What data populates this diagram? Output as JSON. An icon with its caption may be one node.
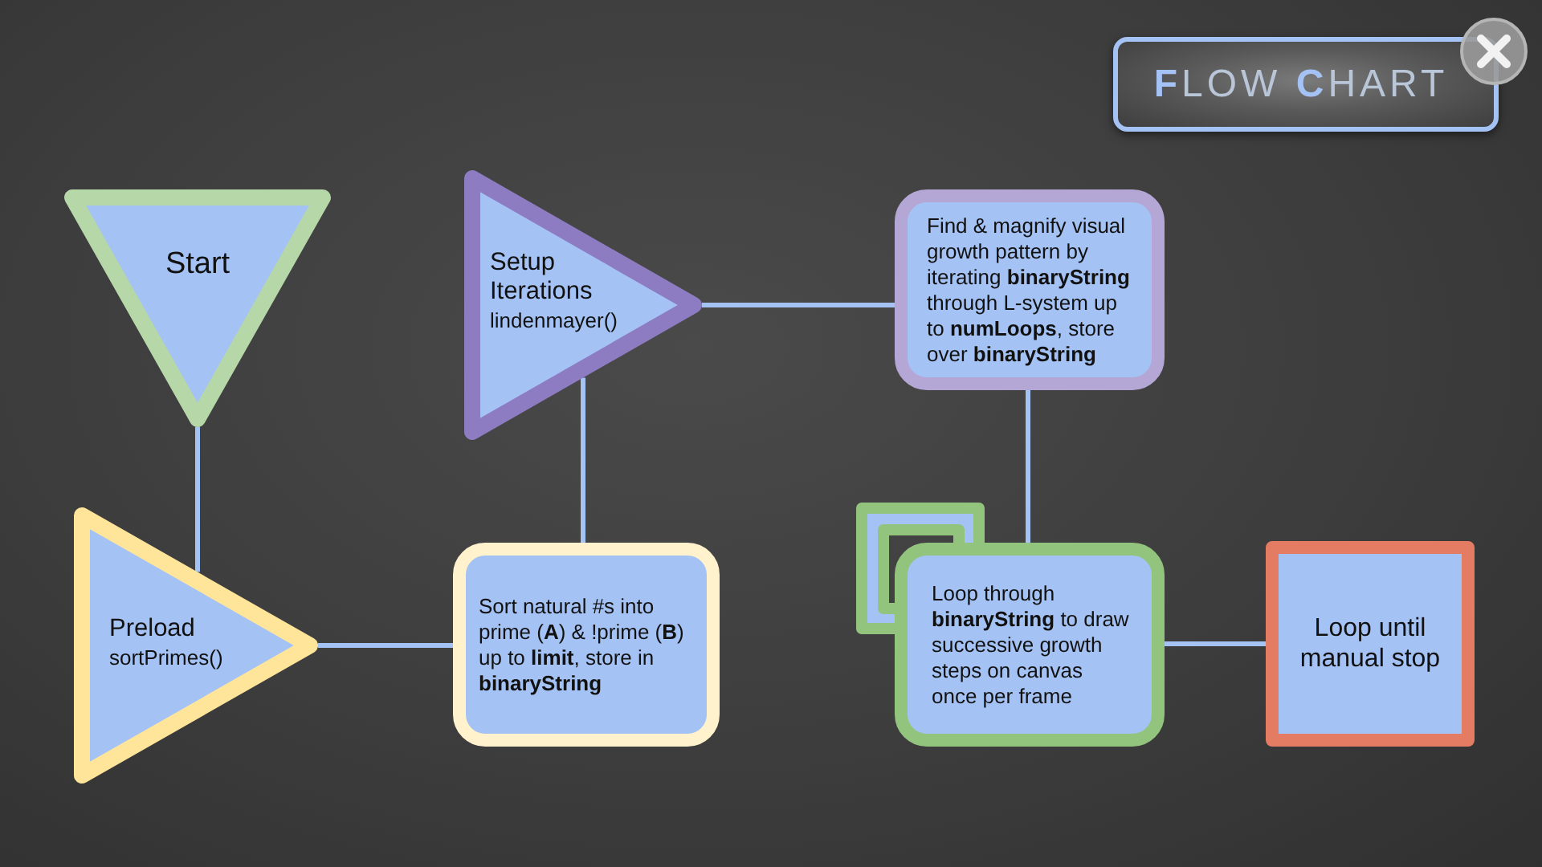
{
  "diagram": {
    "title": "**F**LOW **C**HART",
    "nodes": [
      {
        "text": [
          "Start"
        ]
      },
      {
        "text": [
          "Preload",
          "sortPrimes()"
        ]
      },
      {
        "text": [
          "Sort natural #s into prime (**A**) & !prime (**B**) up to **limit**, store in **binaryString**"
        ]
      },
      {
        "text": [
          "Setup Iterations",
          "lindenmayer()"
        ]
      },
      {
        "text": [
          "Find & magnify visual growth pattern by iterating **binaryString** through L-system up to **numLoops**, store over **binaryString**"
        ]
      },
      {
        "text": [
          "Loop through **binaryString** to draw successive growth steps on canvas once per frame"
        ]
      },
      {
        "text": [
          "Loop until manual stop"
        ]
      }
    ],
    "edges": [
      {
        "from": 0,
        "to": 1,
        "arrow": "none"
      },
      {
        "from": 1,
        "to": 2,
        "arrow": "none"
      },
      {
        "from": 2,
        "to": 3,
        "arrow": "none"
      },
      {
        "from": 3,
        "to": 4,
        "arrow": "none"
      },
      {
        "from": 4,
        "to": 5,
        "arrow": "none"
      },
      {
        "from": 5,
        "to": 6,
        "arrow": "none"
      }
    ]
  }
}
